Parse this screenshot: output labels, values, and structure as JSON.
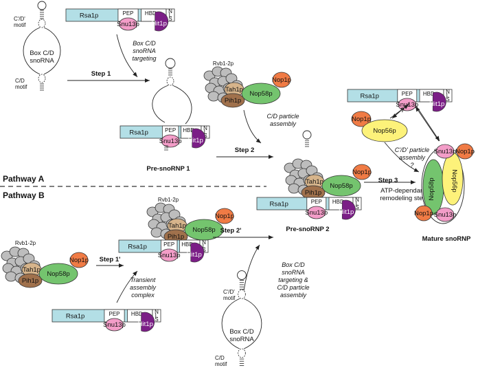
{
  "proteins": {
    "rsa1p": "Rsa1p",
    "pep": "PEP",
    "hbd": "HBD",
    "nls": "NLS",
    "snu13p": "Snu13p",
    "hit1p": "Hit1p",
    "rvb": "Rvb1-2p",
    "tah1p": "Tah1p",
    "pih1p": "Pih1p",
    "nop58p": "Nop58p",
    "nop1p": "Nop1p",
    "nop56p": "Nop56p"
  },
  "rna": {
    "cprime_motif": [
      "C'/D'",
      "motif"
    ],
    "box_snorna": [
      "Box C/D",
      "snoRNA"
    ],
    "cd_motif": [
      "C/D",
      "motif"
    ]
  },
  "steps": {
    "step1": "Step 1",
    "step2": "Step 2",
    "step3": "Step 3",
    "step1p": "Step 1'",
    "step2p": "Step 2'"
  },
  "annotations": {
    "targeting": [
      "Box C/D",
      "snoRNA",
      "targeting"
    ],
    "cd_assembly": [
      "C/D particle",
      "assembly"
    ],
    "cprime_assembly": [
      "C'/D' particle",
      "assembly",
      "?"
    ],
    "question": "?",
    "atp": [
      "ATP-dependant",
      "remodeling step"
    ],
    "transient": [
      "Transient",
      "assembly",
      "complex"
    ],
    "targeting_assembly": [
      "Box C/D",
      "snoRNA",
      "targeting &",
      "C/D particle",
      "assembly"
    ]
  },
  "complexes": {
    "pre1": "Pre-snoRNP 1",
    "pre2": "Pre-snoRNP 2",
    "mature": "Mature snoRNP"
  },
  "pathways": {
    "a": "Pathway A",
    "b": "Pathway B"
  },
  "colors": {
    "rsa1": "#b3dfe6",
    "snu13": "#f39dc8",
    "hit1": "#7b1e86",
    "tah1": "#d6b48b",
    "pih1": "#a0714c",
    "nop58": "#74c46e",
    "nop1": "#f07b45",
    "nop56": "#fdf27a",
    "rvb": "#bdbdbd"
  }
}
